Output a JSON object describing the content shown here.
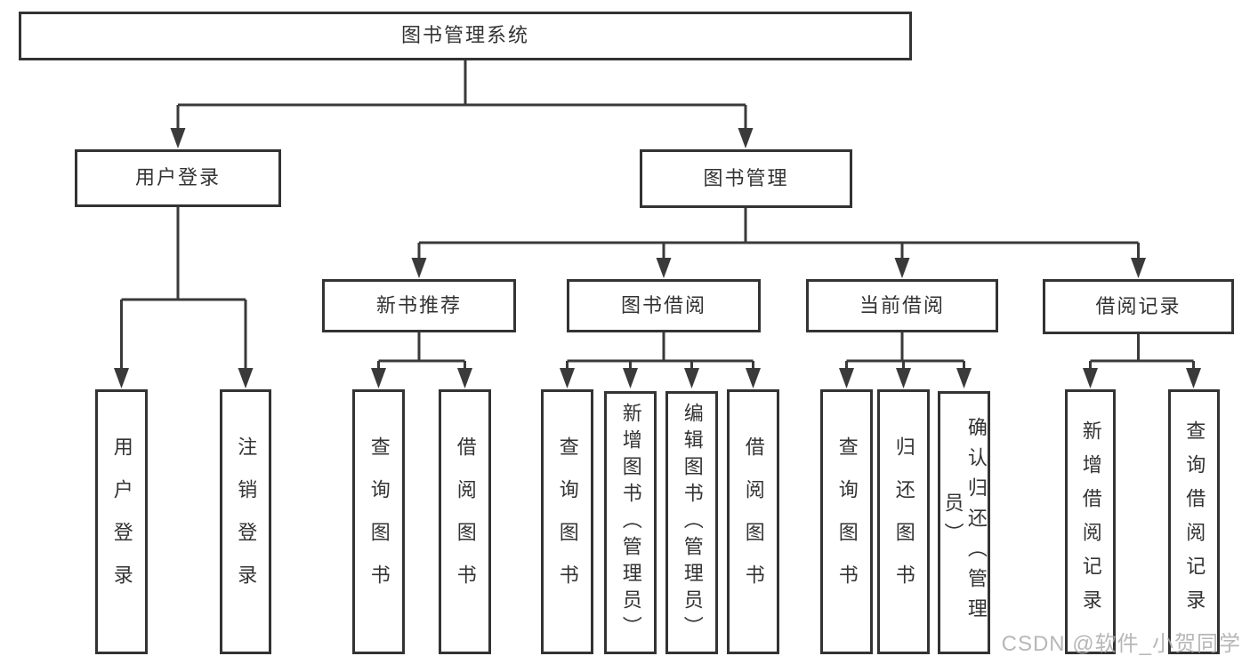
{
  "nodes": {
    "root": "图书管理系统",
    "user_login": "用户登录",
    "book_mgmt": "图书管理",
    "new_books": "新书推荐",
    "book_borrow": "图书借阅",
    "current_borrow": "当前借阅",
    "borrow_records": "借阅记录",
    "leaf_user_login": "用户登录",
    "leaf_logout": "注销登录",
    "leaf_query_book_1": "查询图书",
    "leaf_borrow_book_1": "借阅图书",
    "leaf_query_book_2": "查询图书",
    "leaf_add_book": "新增图书（管理员）",
    "leaf_edit_book": "编辑图书（管理员）",
    "leaf_borrow_book_2": "借阅图书",
    "leaf_query_book_3": "查询图书",
    "leaf_return_book": "归还图书",
    "leaf_confirm_return": "确认归还（管理员）",
    "leaf_add_record": "新增借阅记录",
    "leaf_query_record": "查询借阅记录"
  },
  "tree": [
    {
      "parent": "图书管理系统",
      "children": [
        "用户登录",
        "图书管理"
      ]
    },
    {
      "parent": "用户登录",
      "children": [
        "用户登录",
        "注销登录"
      ]
    },
    {
      "parent": "图书管理",
      "children": [
        "新书推荐",
        "图书借阅",
        "当前借阅",
        "借阅记录"
      ]
    },
    {
      "parent": "新书推荐",
      "children": [
        "查询图书",
        "借阅图书"
      ]
    },
    {
      "parent": "图书借阅",
      "children": [
        "查询图书",
        "新增图书（管理员）",
        "编辑图书（管理员）",
        "借阅图书"
      ]
    },
    {
      "parent": "当前借阅",
      "children": [
        "查询图书",
        "归还图书",
        "确认归还（管理员）"
      ]
    },
    {
      "parent": "借阅记录",
      "children": [
        "新增借阅记录",
        "查询借阅记录"
      ]
    }
  ],
  "watermark": "CSDN @软件_小贺同学",
  "colors": {
    "line": "#3a3a3a",
    "box-border": "#333333",
    "text": "#333333",
    "watermark": "#ababab",
    "background": "#ffffff"
  }
}
